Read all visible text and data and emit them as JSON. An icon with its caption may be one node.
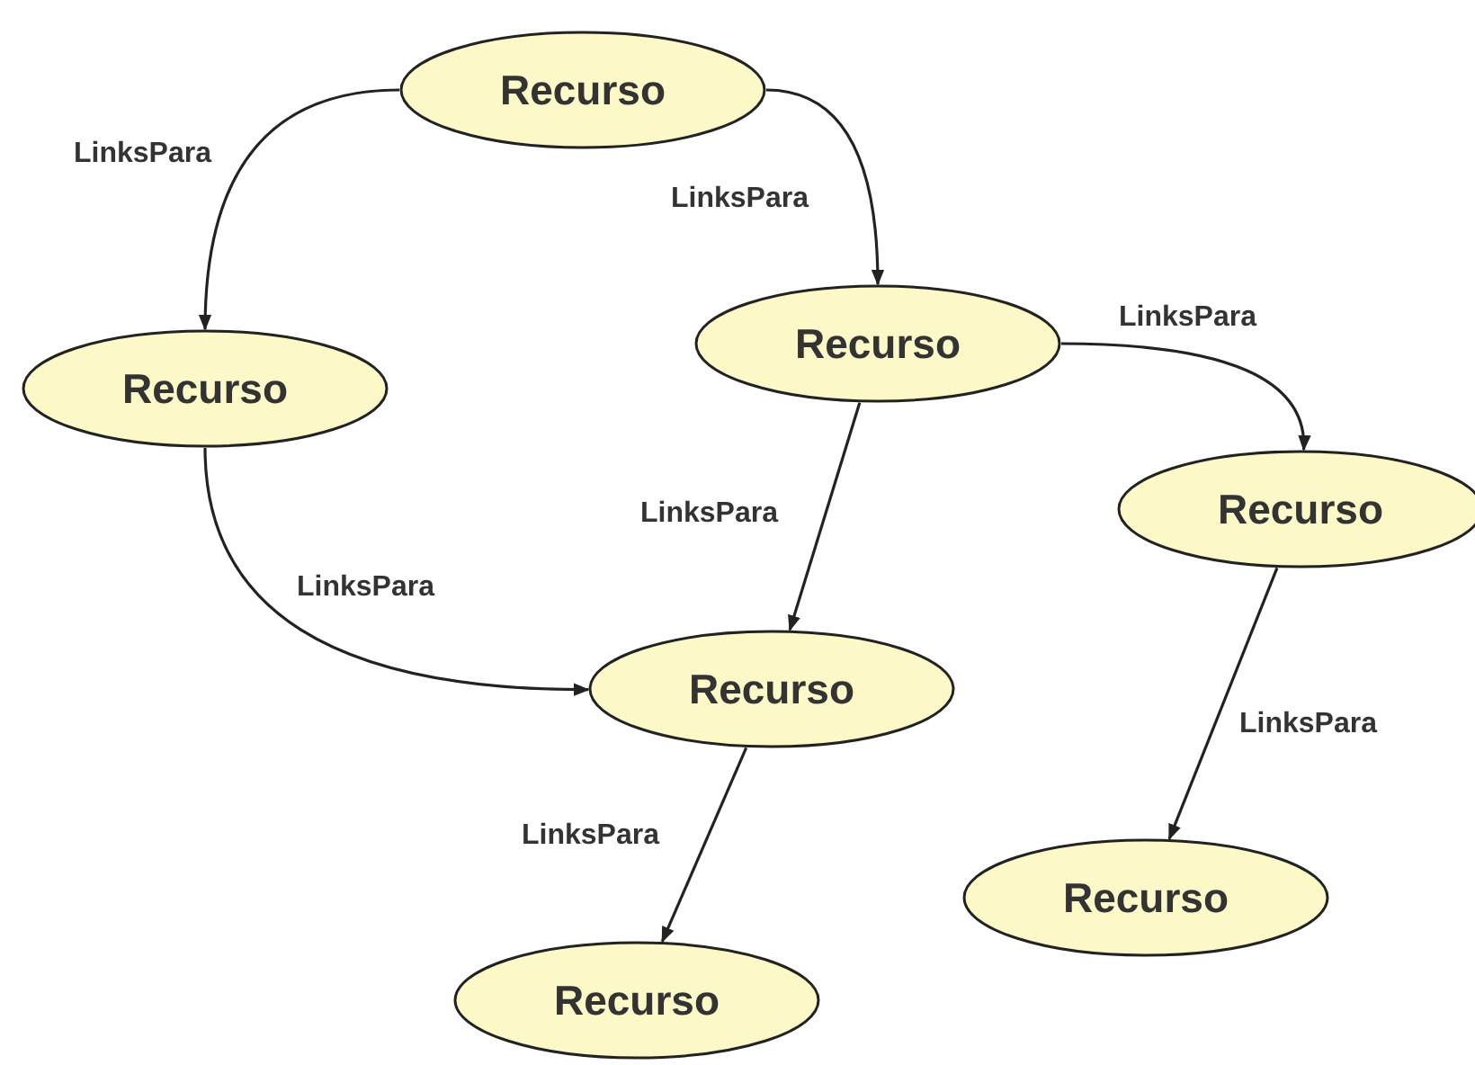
{
  "diagram": {
    "nodes": [
      {
        "text": [
          "Recurso"
        ]
      },
      {
        "text": [
          "Recurso"
        ]
      },
      {
        "text": [
          "Recurso"
        ]
      },
      {
        "text": [
          "Recurso"
        ]
      },
      {
        "text": [
          "Recurso"
        ]
      },
      {
        "text": [
          "Recurso"
        ]
      },
      {
        "text": [
          "Recurso"
        ]
      }
    ],
    "edges": [
      {
        "from": 0,
        "to": 1,
        "arrow": "to",
        "label": "LinksPara"
      },
      {
        "from": 0,
        "to": 2,
        "arrow": "to",
        "label": "LinksPara"
      },
      {
        "from": 2,
        "to": 3,
        "arrow": "to",
        "label": "LinksPara"
      },
      {
        "from": 2,
        "to": 4,
        "arrow": "to",
        "label": "LinksPara"
      },
      {
        "from": 1,
        "to": 4,
        "arrow": "to",
        "label": "LinksPara"
      },
      {
        "from": 3,
        "to": 5,
        "arrow": "to",
        "label": "LinksPara"
      },
      {
        "from": 4,
        "to": 6,
        "arrow": "to",
        "label": "LinksPara"
      }
    ]
  }
}
